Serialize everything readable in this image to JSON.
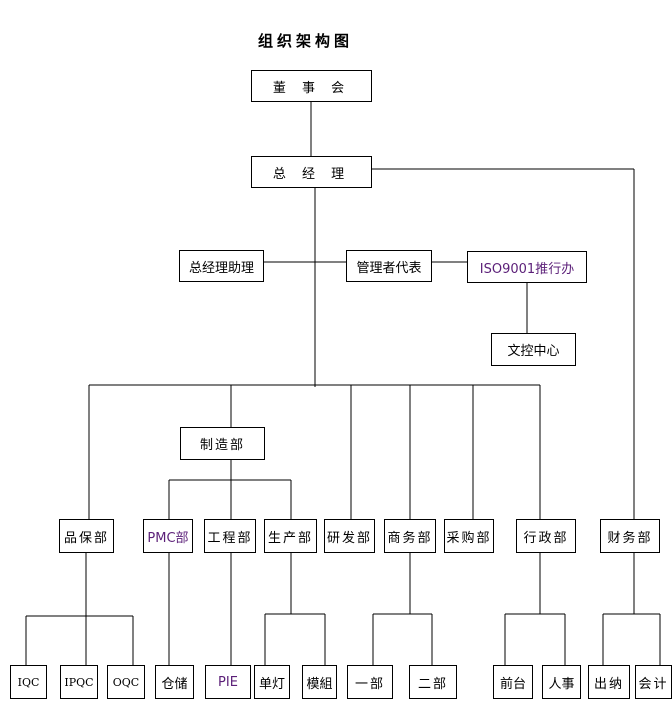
{
  "title": "组织架构图",
  "nodes": {
    "board": "董 事 会",
    "gm": "总 经 理",
    "gm_assistant": "总经理助理",
    "mgmt_rep": "管理者代表",
    "iso_office": "ISO9001推行办",
    "doc_control": "文控中心",
    "manufacturing": "制造部",
    "qa": "品保部",
    "pmc": "PMC部",
    "engineering": "工程部",
    "production": "生产部",
    "rnd": "研发部",
    "business": "商务部",
    "purchasing": "采购部",
    "admin": "行政部",
    "finance": "财务部",
    "iqc": "IQC",
    "ipqc": "IPQC",
    "oqc": "OQC",
    "warehouse": "仓储",
    "pie": "PIE",
    "single_lamp": "单灯",
    "module": "模組",
    "dept_one": "一部",
    "dept_two": "二部",
    "reception": "前台",
    "hr": "人事",
    "cashier": "出纳",
    "accounting": "会计"
  },
  "colors": {
    "line": "#000000",
    "accent_text": "#5b1f78"
  }
}
